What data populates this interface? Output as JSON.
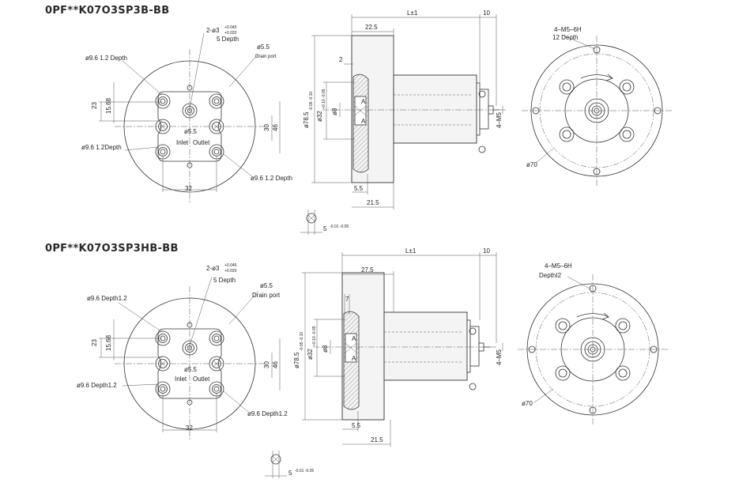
{
  "models": [
    {
      "title": "0PF**K07O3SP3B-BB",
      "labels": {
        "pin_hole": "2-ø3",
        "pin_tol_upper": "+0.045",
        "pin_tol_lower": "+0.020",
        "pin_depth": "5 Depth",
        "drain_dia": "ø5.5",
        "drain_label": "Drain port",
        "port_tl": "ø9.6  1.2 Depth",
        "port_bl": "ø9.6  1.2Depth",
        "port_br": "ø9.6   1.2 Depth",
        "dim_23": "23",
        "dim_1568": "15.68",
        "dim_30": "30",
        "dim_46": "46",
        "dim_32": "32",
        "center_dia": "ø5.5",
        "inlet": "Inlet",
        "outlet": "Outlet",
        "dim_L": "L±1",
        "dim_10": "10",
        "dim_225": "22.5",
        "dim_2": "2",
        "dia_785": "ø78.5",
        "dia_785_tol": "-0.05 -0.10",
        "dia_32": "ø32",
        "dia_32_tol": "+0.10 -0.05",
        "dia_8": "ø8",
        "sec_a": "A",
        "dim_55": "5.5",
        "dim_215": "21.5",
        "m5_side": "4–M5",
        "m5_top": "4–M5–6H",
        "m5_depth": "12 Depth",
        "dia_70": "ø70",
        "key_width": "5",
        "key_tol": "-0.01 -0.05"
      }
    },
    {
      "title": "0PF**K07O3SP3HB-BB",
      "labels": {
        "pin_hole": "2-ø3",
        "pin_tol_upper": "+0.045",
        "pin_tol_lower": "+0.020",
        "pin_depth": "5 Depth",
        "drain_dia": "ø5.5",
        "drain_label": "Drain port",
        "port_tl": "ø9.6 Depth1.2",
        "port_bl": "ø9.6 Depth1.2",
        "port_br": "ø9.6 Depth1.2",
        "dim_23": "23",
        "dim_1568": "15.68",
        "dim_30": "30",
        "dim_46": "46",
        "dim_32": "32",
        "center_dia": "ø5.5",
        "inlet": "Inlet",
        "outlet": "Outlet",
        "dim_L": "L±1",
        "dim_10": "10",
        "dim_225": "27.5",
        "dim_2": "7",
        "dia_785": "ø78.5",
        "dia_785_tol": "-0.05 -0.10",
        "dia_32": "ø32",
        "dia_32_tol": "+0.10 -0.05",
        "dia_8": "ø8",
        "sec_a": "A",
        "dim_55": "5.5",
        "dim_215": "21.5",
        "m5_side": "4–M5",
        "m5_top": "4–M5–6H",
        "m5_depth": "DepthI2",
        "dia_70": "ø70",
        "key_width": "5",
        "key_tol": "-0.01 -0.05"
      }
    }
  ]
}
